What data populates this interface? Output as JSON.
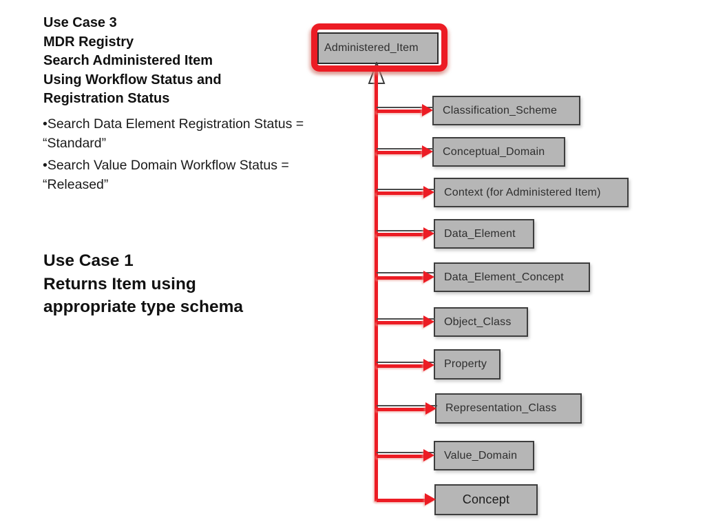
{
  "left_panel": {
    "use_case_3": "Use Case 3\nMDR Registry\nSearch Administered Item\nUsing Workflow Status and\nRegistration Status",
    "bullets": [
      "•Search Data Element Registration Status =\n“Standard”",
      "•Search Value Domain Workflow Status =\n“Released”"
    ],
    "use_case_1": "Use Case 1\nReturns Item using\nappropriate type schema"
  },
  "diagram": {
    "root": {
      "label": "Administered_Item"
    },
    "nodes": [
      {
        "label": "Classification_Scheme"
      },
      {
        "label": "Conceptual_Domain"
      },
      {
        "label": "Context (for Administered Item)"
      },
      {
        "label": "Data_Element"
      },
      {
        "label": "Data_Element_Concept"
      },
      {
        "label": "Object_Class"
      },
      {
        "label": "Property"
      },
      {
        "label": "Representation_Class"
      },
      {
        "label": "Value_Domain"
      },
      {
        "label": "Concept"
      }
    ],
    "colors": {
      "highlight_red": "#ec1c24",
      "box_fill": "#b6b6b6",
      "box_border": "#3d3d3d",
      "connector_black": "#4a4a4a"
    }
  }
}
